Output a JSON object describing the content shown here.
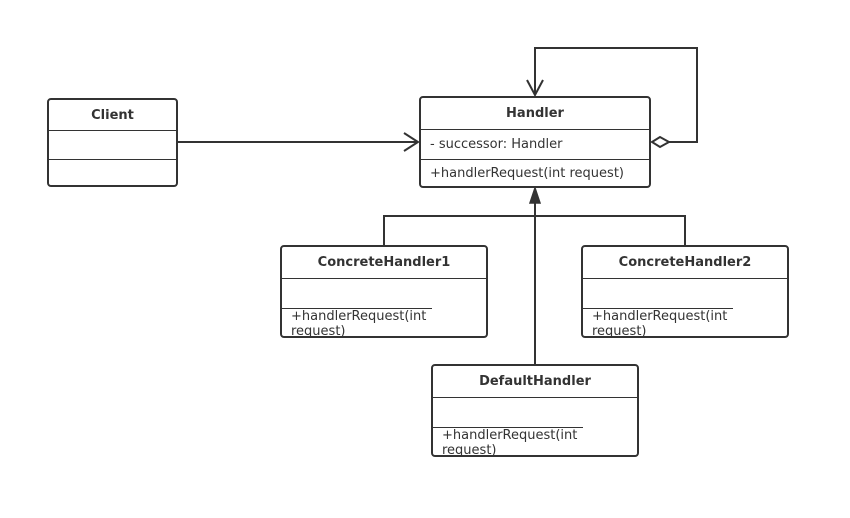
{
  "classes": {
    "client": {
      "name": "Client",
      "attributes": "",
      "operations": ""
    },
    "handler": {
      "name": "Handler",
      "attributes": "- successor: Handler",
      "operations": "+handlerRequest(int request)"
    },
    "concrete_handler_1": {
      "name": "ConcreteHandler1",
      "attributes": "",
      "operations": "+handlerRequest(int request)"
    },
    "concrete_handler_2": {
      "name": "ConcreteHandler2",
      "attributes": "",
      "operations": "+handlerRequest(int request)"
    },
    "default_handler": {
      "name": "DefaultHandler",
      "attributes": "",
      "operations": "+handlerRequest(int request)"
    }
  },
  "relationships": [
    {
      "type": "association",
      "from": "Client",
      "to": "Handler"
    },
    {
      "type": "aggregation",
      "from": "Handler",
      "to": "Handler"
    },
    {
      "type": "generalization",
      "from": "ConcreteHandler1",
      "to": "Handler"
    },
    {
      "type": "generalization",
      "from": "ConcreteHandler2",
      "to": "Handler"
    },
    {
      "type": "generalization",
      "from": "DefaultHandler",
      "to": "Handler"
    }
  ],
  "colors": {
    "line": "#333333",
    "background": "#ffffff"
  }
}
